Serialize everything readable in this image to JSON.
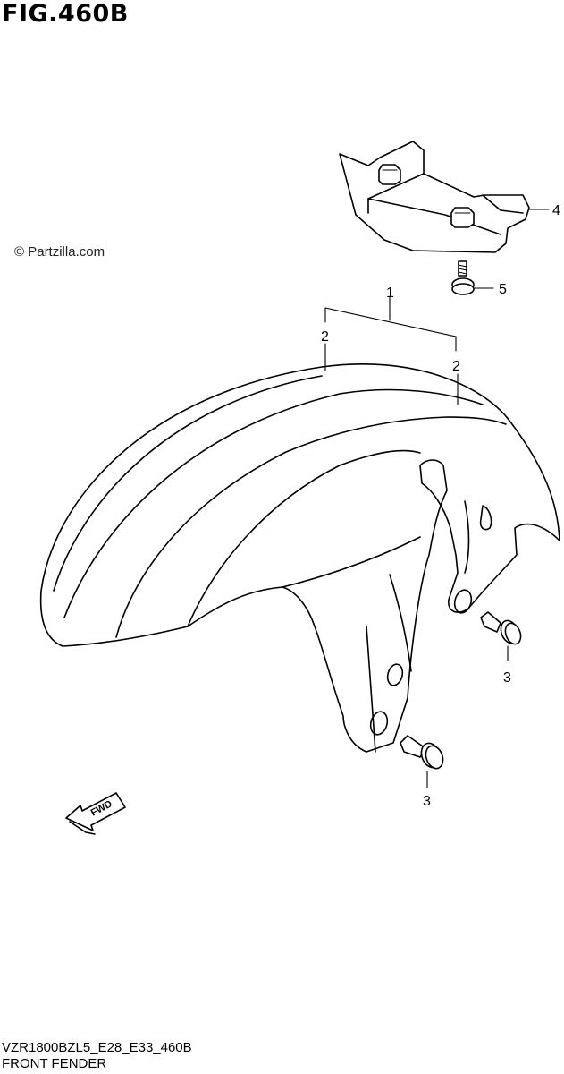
{
  "figure": {
    "title": "FIG.460B",
    "watermark": "© Partzilla.com",
    "code": "VZR1800BZL5_E28_E33_460B",
    "caption": "FRONT FENDER",
    "fwd_label": "FWD"
  },
  "callouts": [
    {
      "id": "1",
      "label": "1"
    },
    {
      "id": "2a",
      "label": "2"
    },
    {
      "id": "2b",
      "label": "2"
    },
    {
      "id": "3a",
      "label": "3"
    },
    {
      "id": "3b",
      "label": "3"
    },
    {
      "id": "4",
      "label": "4"
    },
    {
      "id": "5",
      "label": "5"
    }
  ],
  "colors": {
    "ink": "#000000",
    "paper": "#ffffff"
  }
}
